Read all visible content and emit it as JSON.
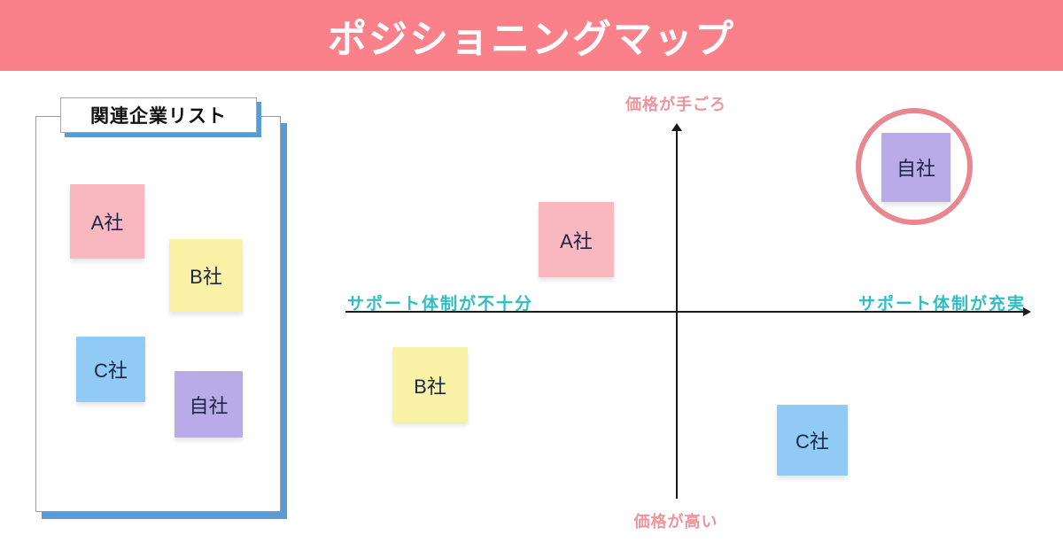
{
  "header": {
    "title": "ポジショニングマップ",
    "bg_color": "#FA8189",
    "text_color": "#FFFFFF"
  },
  "company_list": {
    "title": "関連企業リスト",
    "shadow_color": "#5B9BD5",
    "items": [
      {
        "label": "A社",
        "color": "#F9B7BF"
      },
      {
        "label": "B社",
        "color": "#F9F2A6"
      },
      {
        "label": "C社",
        "color": "#90CAF5"
      },
      {
        "label": "自社",
        "color": "#B9ABE8"
      }
    ]
  },
  "map": {
    "axes": {
      "top": {
        "label": "価格が手ごろ",
        "color": "#F0949C"
      },
      "bottom": {
        "label": "価格が高い",
        "color": "#F0949C"
      },
      "left": {
        "label": "サポート体制が不十分",
        "color": "#2FBEC3"
      },
      "right": {
        "label": "サポート体制が充実",
        "color": "#2FBEC3"
      }
    },
    "highlight": {
      "shape": "circle",
      "color": "#E8878F",
      "target": "自社"
    },
    "notes": [
      {
        "label": "A社",
        "color": "#F9B7BF",
        "quadrant": "top-left",
        "highlighted": false
      },
      {
        "label": "自社",
        "color": "#B9ABE8",
        "quadrant": "top-right",
        "highlighted": true
      },
      {
        "label": "B社",
        "color": "#F9F2A6",
        "quadrant": "bottom-left",
        "highlighted": false
      },
      {
        "label": "C社",
        "color": "#90CAF5",
        "quadrant": "bottom-right",
        "highlighted": false
      }
    ]
  }
}
